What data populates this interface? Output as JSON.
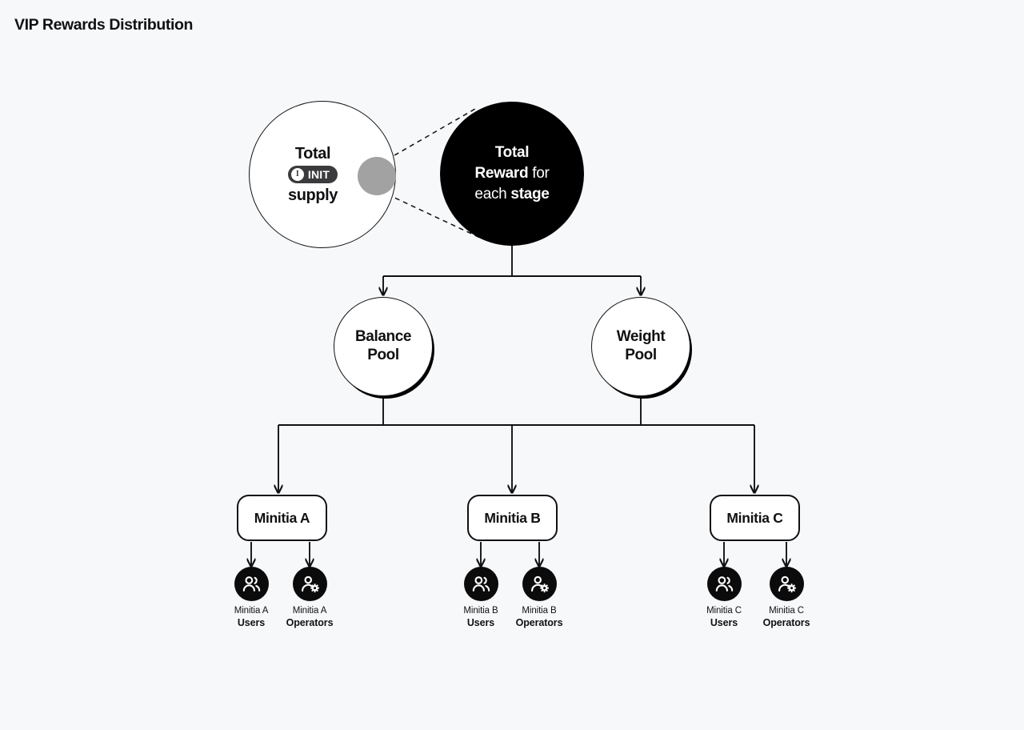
{
  "page": {
    "title": "VIP Rewards Distribution",
    "background_color": "#f7f8fa",
    "accent_color": "#000000"
  },
  "diagram": {
    "type": "flowchart",
    "supply_node": {
      "line1": "Total",
      "line3": "supply",
      "badge": {
        "symbol": "I",
        "text": "INIT"
      },
      "connector_dot": "gray-node",
      "dot_color": "#a2a2a2"
    },
    "reward_node": {
      "line1_bold": "Total",
      "line2_bold": "Reward",
      "line2_light": "for",
      "line3_light": "each",
      "line3_bold": "stage",
      "fill_color": "#000000",
      "text_color": "#ffffff"
    },
    "pools": [
      {
        "name": "balance-pool",
        "line1": "Balance",
        "line2": "Pool"
      },
      {
        "name": "weight-pool",
        "line1": "Weight",
        "line2": "Pool"
      }
    ],
    "minitias": [
      {
        "box_label": "Minitia A",
        "users": {
          "l1": "Minitia A",
          "l2": "Users",
          "icon": "users-icon"
        },
        "operators": {
          "l1": "Minitia A",
          "l2": "Operators",
          "icon": "operator-gear-icon"
        }
      },
      {
        "box_label": "Minitia B",
        "users": {
          "l1": "Minitia B",
          "l2": "Users",
          "icon": "users-icon"
        },
        "operators": {
          "l1": "Minitia B",
          "l2": "Operators",
          "icon": "operator-gear-icon"
        }
      },
      {
        "box_label": "Minitia C",
        "users": {
          "l1": "Minitia C",
          "l2": "Users",
          "icon": "users-icon"
        },
        "operators": {
          "l1": "Minitia C",
          "l2": "Operators",
          "icon": "operator-gear-icon"
        }
      }
    ]
  }
}
